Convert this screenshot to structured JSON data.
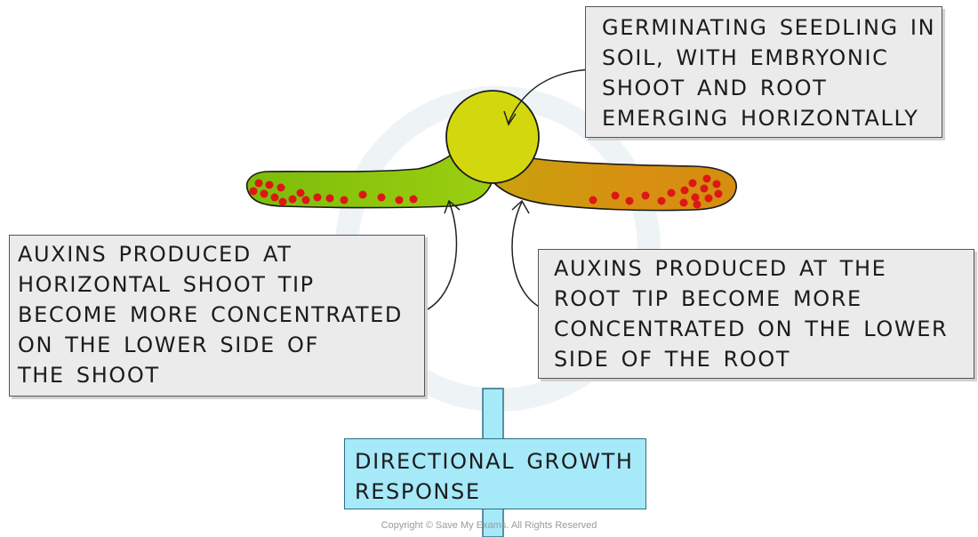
{
  "diagram": {
    "labels": {
      "seedling": [
        "GERMINATING SEEDLING IN",
        "SOIL, WITH EMBRYONIC",
        "SHOOT AND ROOT",
        "EMERGING HORIZONTALLY"
      ],
      "shoot_auxins": [
        "AUXINS PRODUCED AT",
        "HORIZONTAL SHOOT TIP",
        "BECOME MORE CONCENTRATED",
        "ON THE LOWER SIDE OF",
        "THE SHOOT"
      ],
      "root_auxins": [
        "AUXINS PRODUCED AT THE",
        "ROOT TIP BECOME MORE",
        "CONCENTRATED ON THE LOWER",
        "SIDE OF THE ROOT"
      ],
      "response": [
        "DIRECTIONAL GROWTH",
        "RESPONSE"
      ]
    },
    "copyright": "Copyright © Save My Exams. All Rights Reserved",
    "colors": {
      "seed": "#d3d80e",
      "shoot": "#8cc70b",
      "root": "#d19a10",
      "auxin_dots": "#dd1616",
      "response_box": "#a6e9f8",
      "label_box": "#ebebeb"
    },
    "auxin_dots": "red-dots"
  }
}
